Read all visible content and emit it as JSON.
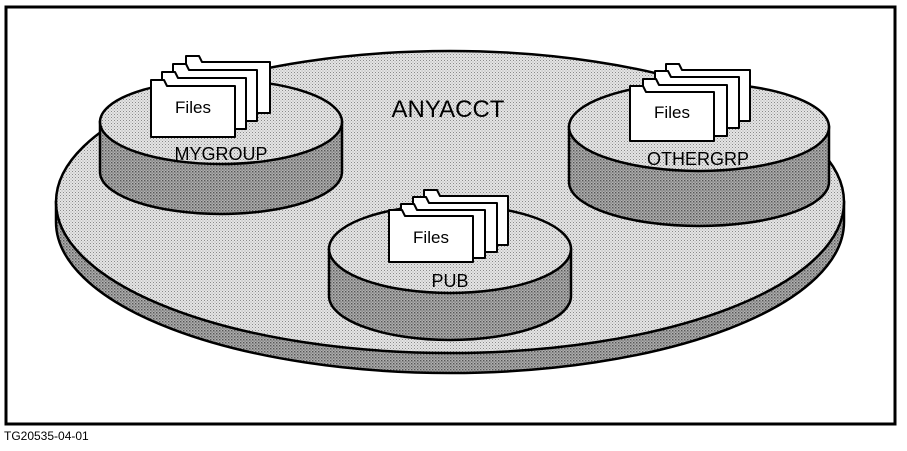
{
  "figure_id": "TG20535-04-01",
  "account": {
    "label": "ANYACCT"
  },
  "groups": [
    {
      "label": "MYGROUP",
      "files_label": "Files"
    },
    {
      "label": "OTHERGRP",
      "files_label": "Files"
    },
    {
      "label": "PUB",
      "files_label": "Files"
    }
  ],
  "colors": {
    "ink": "#000000",
    "top_fill": "#dedede",
    "side_fill": "#a8a8a8"
  }
}
